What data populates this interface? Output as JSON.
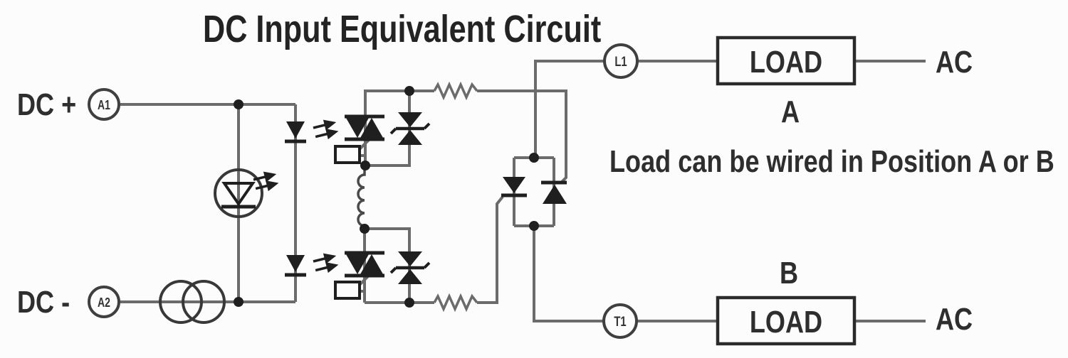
{
  "title": "DC Input Equivalent Circuit",
  "note": "Load can be wired in Position A or B",
  "colors": {
    "background": "#fcfcfc",
    "wire": "#6b6b6b",
    "symbol": "#1f1f1f",
    "text": "#2e2e2e"
  },
  "input": {
    "dc_plus_label": "DC +",
    "dc_minus_label": "DC -",
    "terminal_a1": "A1",
    "terminal_a2": "A2"
  },
  "output": {
    "terminal_l1": "L1",
    "terminal_t1": "T1",
    "load_a_label": "LOAD",
    "load_b_label": "LOAD",
    "position_a_label": "A",
    "position_b_label": "B",
    "ac_top_label": "AC",
    "ac_bottom_label": "AC"
  }
}
